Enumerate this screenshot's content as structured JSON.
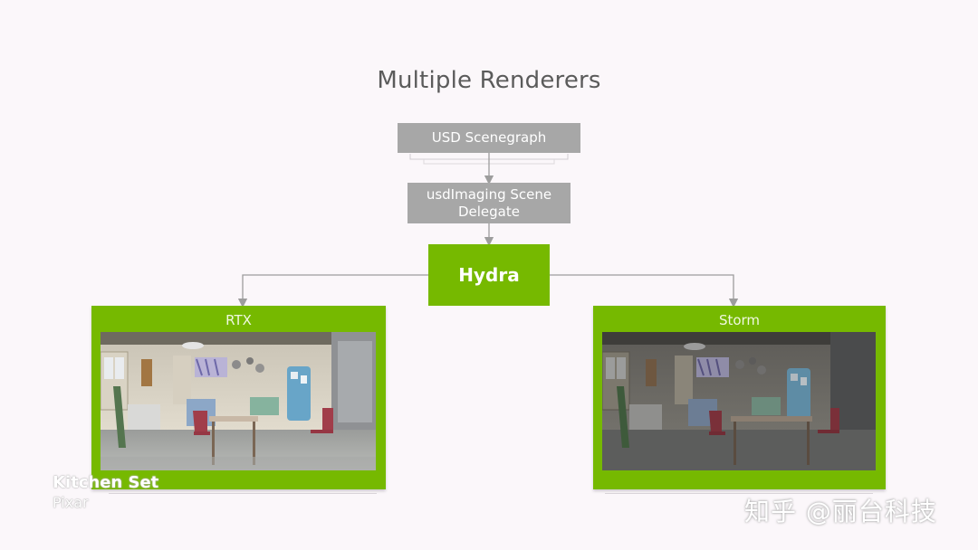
{
  "slide": {
    "title": "Multiple Renderers"
  },
  "diagram": {
    "usd_node": "USD Scenegraph",
    "imaging_node_line1": "usdImaging Scene",
    "imaging_node_line2": "Delegate",
    "hydra_node": "Hydra",
    "rtx_label": "RTX",
    "storm_label": "Storm"
  },
  "caption": {
    "line1": "Kitchen Set",
    "line2": "Pixar"
  },
  "watermark": "知乎 @丽台科技",
  "colors": {
    "background": "#fbf7fa",
    "node_gray": "#a7a7a7",
    "nvidia_green": "#76b900",
    "connector": "#9d9d9d"
  }
}
